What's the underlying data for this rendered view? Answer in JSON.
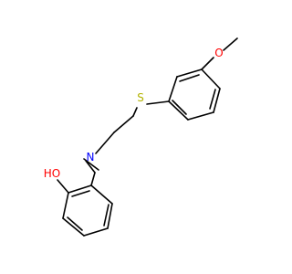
{
  "molecule": {
    "atoms": {
      "oxygen_methoxy": {
        "label": "O",
        "color": "#ff0000"
      },
      "sulfur": {
        "label": "S",
        "color": "#b2b200"
      },
      "nitrogen": {
        "label": "N",
        "color": "#0000ff"
      },
      "hydroxyl": {
        "label": "HO",
        "color": "#ff0000"
      }
    },
    "bond_color": "#000000"
  }
}
